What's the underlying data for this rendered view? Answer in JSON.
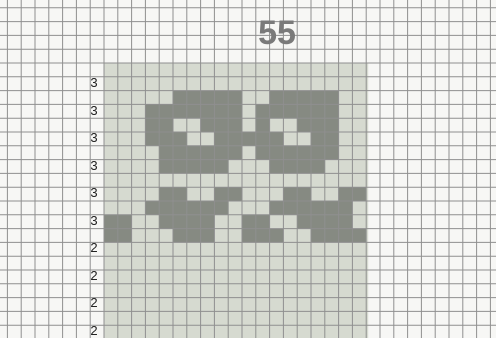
{
  "pattern": {
    "page_number": "55",
    "row_labels": [
      "3",
      "3",
      "3",
      "3",
      "3",
      "3",
      "2",
      "2",
      "2",
      "2"
    ],
    "colors": {
      "background": "#f7f7f5",
      "grid_line": "#8f8f8f",
      "highlight_area": "#d6dad0",
      "filled_cell": "#868a82"
    },
    "legend_note": "",
    "grid_rows": [
      "...................",
      "...................",
      ".....#####..#####..",
      "...#######.######..",
      "...##..###.#..###..",
      "...###..#####..##..",
      "....######.######..",
      "....#####...####...",
      "...................",
      "....##..##...##..##",
      "...######...######.",
      "##..####..##..####.",
      "##...###..###..####"
    ]
  }
}
